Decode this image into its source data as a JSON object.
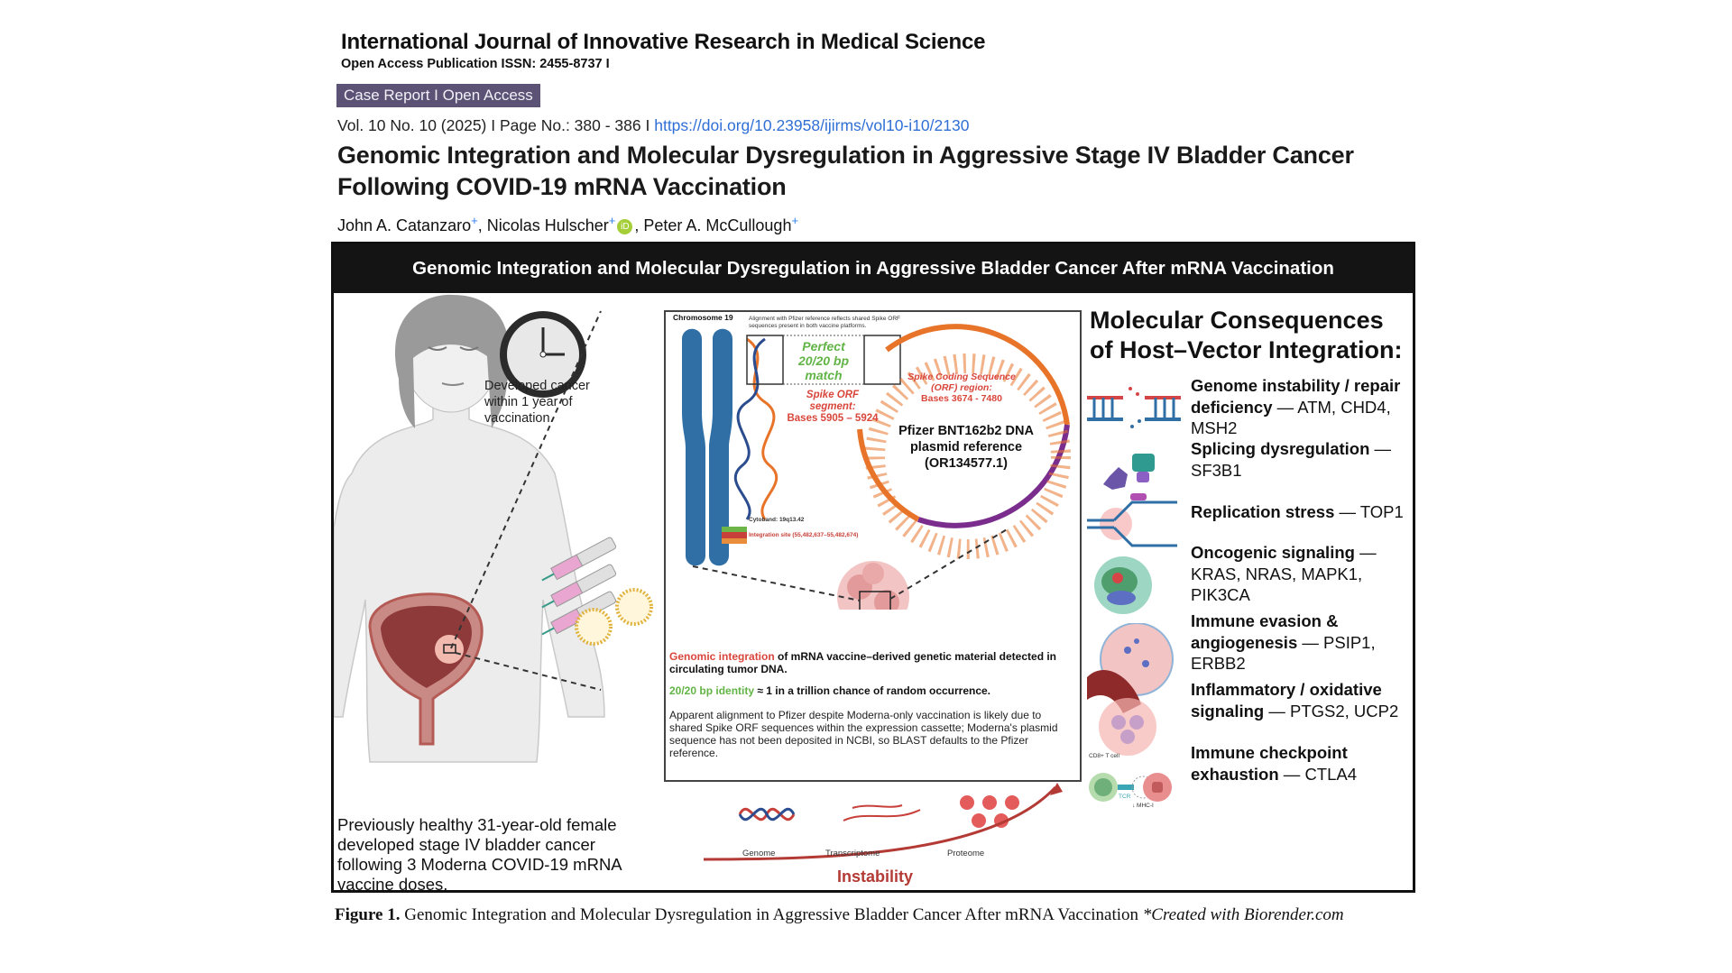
{
  "journal": {
    "name": "International Journal of Innovative Research in Medical Science",
    "issn_line": "Open Access Publication ISSN: 2455-8737 I",
    "badge": "Case Report I Open Access",
    "volume_line": "Vol. 10 No. 10 (2025) I Page No.: 380 - 386 I",
    "doi": "https://doi.org/10.23958/ijirms/vol10-i10/2130"
  },
  "article": {
    "title": "Genomic Integration and Molecular Dysregulation in Aggressive Stage IV Bladder Cancer Following COVID-19 mRNA Vaccination",
    "authors": [
      {
        "name": "John A. Catanzaro",
        "mark": "+"
      },
      {
        "name": "Nicolas Hulscher",
        "mark": "+",
        "orcid": "iD"
      },
      {
        "name": "Peter A. McCullough",
        "mark": "+"
      }
    ]
  },
  "figure": {
    "banner": "Genomic Integration and Molecular Dysregulation in Aggressive Bladder Cancer After mRNA Vaccination",
    "left": {
      "clock_caption": "Developed cancer within 1 year of vaccination.",
      "patient_summary": "Previously healthy 31-year-old female developed stage IV bladder cancer following 3 Moderna COVID-19 mRNA vaccine doses."
    },
    "center": {
      "chromosome_label": "Chromosome 19",
      "alignment_note": "Alignment with Pfizer reference reflects shared Spike ORF sequences present in both vaccine platforms.",
      "match_label": "Perfect 20/20 bp match",
      "spike_segment_label": "Spike ORF segment:",
      "spike_segment_bases": "Bases 5905 – 5924",
      "coding_seq_label": "Spike Coding Sequence (ORF) region:",
      "coding_seq_bases": "Bases 3674 - 7480",
      "plasmid_label": "Pfizer BNT162b2 DNA plasmid reference",
      "plasmid_id": "(OR134577.1)",
      "cytoband": "Cytoband: 19q13.42",
      "integration_site": "Integration site (55,482,637–55,482,674)",
      "finding1_highlight": "Genomic integration",
      "finding1_rest": " of mRNA vaccine–derived genetic material detected in circulating tumor DNA.",
      "finding2_highlight": "20/20 bp identity",
      "finding2_rest": " ≈ 1 in a trillion chance of random occurrence.",
      "finding3": "Apparent alignment to Pfizer despite Moderna-only vaccination is likely due to shared Spike ORF sequences within the expression cassette; Moderna's plasmid sequence has not been deposited in NCBI, so BLAST defaults to the Pfizer reference."
    },
    "instability": {
      "labels": [
        "Genome",
        "Transcriptome",
        "Proteome"
      ],
      "axis_label": "Instability"
    },
    "consequences": {
      "title_line1": "Molecular Consequences",
      "title_line2": "of Host–Vector Integration:",
      "items": [
        {
          "bold": "Genome instability / repair deficiency",
          "genes": " — ATM, CHD4, MSH2",
          "icon": "broken-dna-icon"
        },
        {
          "bold": "Splicing dysregulation",
          "genes": " — SF3B1",
          "icon": "spliceosome-icon"
        },
        {
          "bold": "Replication stress",
          "genes": " — TOP1",
          "icon": "replication-fork-icon"
        },
        {
          "bold": "Oncogenic signaling",
          "genes": " — KRAS, NRAS, MAPK1, PIK3CA",
          "icon": "ras-protein-icon"
        },
        {
          "bold": "Immune evasion & angiogenesis",
          "genes": " — PSIP1, ERBB2",
          "icon": "tumor-vessel-icon"
        },
        {
          "bold": "Inflammatory / oxidative signaling",
          "genes": " — PTGS2, UCP2",
          "icon": "inflammation-icon"
        },
        {
          "bold": "Immune checkpoint exhaustion",
          "genes": " — CTLA4",
          "icon": "tcell-icon"
        }
      ],
      "tcell_labels": {
        "cell": "CD8+ T cell",
        "tcr": "TCR",
        "mhc": "↓ MHC-I"
      }
    },
    "caption_label": "Figure 1.",
    "caption_text": " Genomic Integration and Molecular Dysregulation in Aggressive Bladder Cancer After mRNA Vaccination ",
    "caption_credit": "*Created with Biorender.com"
  },
  "colors": {
    "badge_bg": "#5b5275",
    "doi_link": "#2f6fd6",
    "banner_bg": "#141414",
    "highlight_red": "#d9463b",
    "highlight_green": "#62b446",
    "plasmid_orange": "#e8742a",
    "plasmid_purple": "#7b2d8e",
    "chromosome_blue": "#2f6fa6"
  }
}
